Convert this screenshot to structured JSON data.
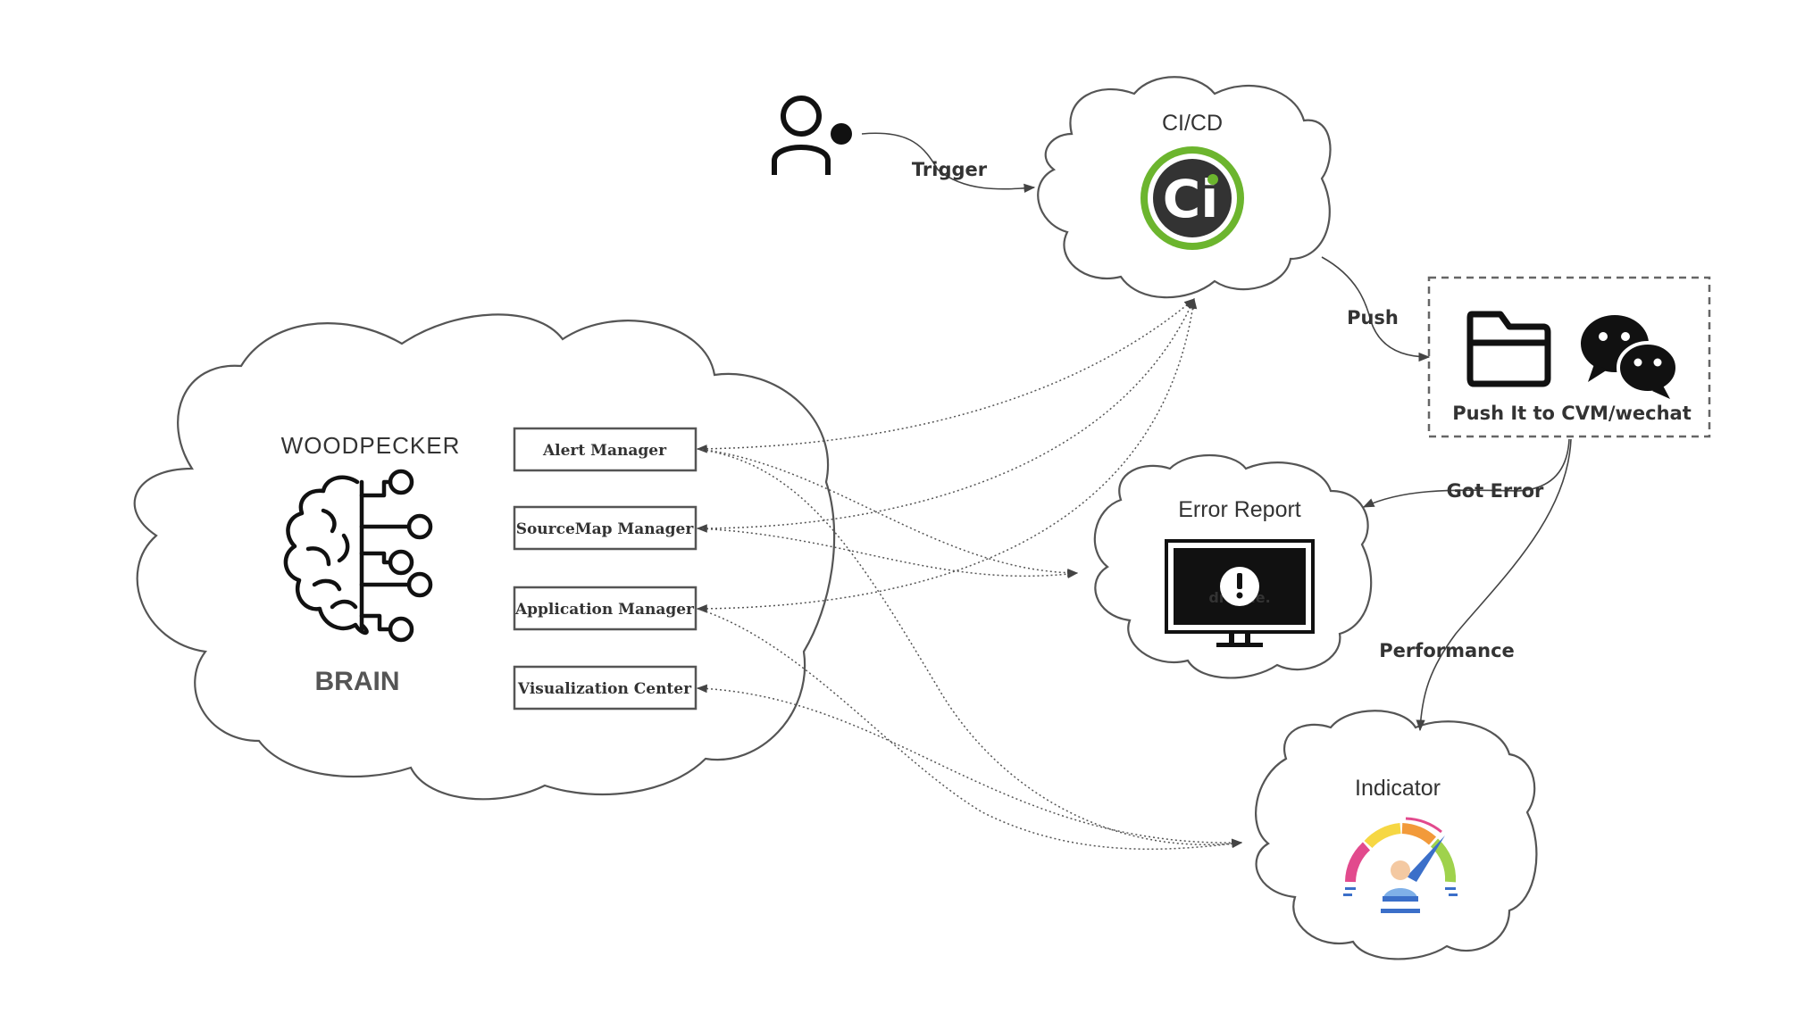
{
  "brain": {
    "title": "WOODPECKER",
    "subtitle": "BRAIN",
    "modules": [
      {
        "label": "Alert Manager"
      },
      {
        "label": "SourceMap Manager"
      },
      {
        "label": "Application Manager"
      },
      {
        "label": "Visualization Center"
      }
    ]
  },
  "cicd": {
    "title": "CI/CD",
    "logo_text": "Ci",
    "logo_ring_color": "#6cb52e"
  },
  "error_report": {
    "title": "Error Report",
    "screen_watermark": "dra me."
  },
  "indicator": {
    "title": "Indicator"
  },
  "push_target": {
    "label": "Push It to CVM/wechat"
  },
  "edges": {
    "trigger": "Trigger",
    "push": "Push",
    "got_error": "Got Error",
    "performance": "Performance"
  },
  "icons": [
    "user-icon",
    "ci-logo-icon",
    "folder-icon",
    "wechat-icon",
    "monitor-alert-icon",
    "gauge-icon",
    "brain-circuit-icon"
  ]
}
